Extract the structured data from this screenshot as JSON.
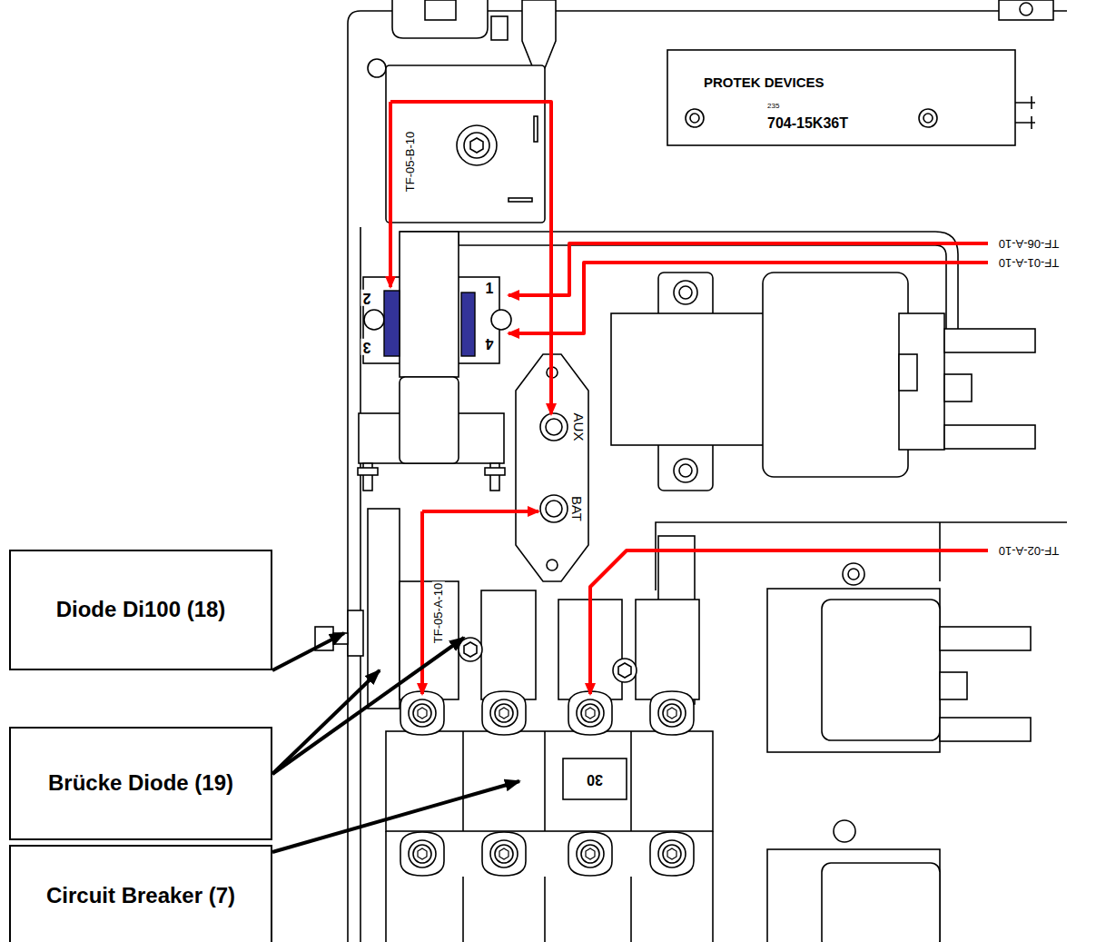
{
  "diagram": {
    "nodes": [
      {
        "text": [
          "PROTEK DEVICES",
          "235",
          "704-15K36T"
        ]
      },
      {
        "text": [
          "Diode Di100 (18)"
        ]
      },
      {
        "text": [
          "Brücke Diode (19)"
        ]
      },
      {
        "text": [
          "Circuit Breaker (7)"
        ]
      }
    ],
    "labels": [
      "TF-05-B-10",
      "TF-06-A-10",
      "TF-01-A-10",
      "TF-02-A-10",
      "TF-05-A-10",
      "2",
      "3",
      "1",
      "4",
      "AUX",
      "BAT",
      "30"
    ]
  }
}
